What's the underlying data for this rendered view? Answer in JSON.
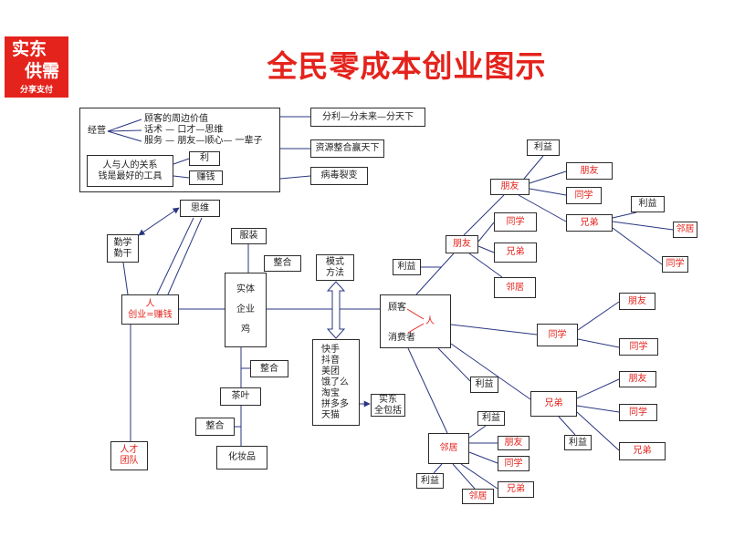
{
  "colors": {
    "accent": "#e4231c",
    "line": "#2a3680",
    "border": "#2b2b2b"
  },
  "logo": {
    "line1": "实东",
    "line2": "供需",
    "tagline": "分享支付"
  },
  "title": "全民零成本创业图示",
  "business": {
    "label": "经营",
    "items": [
      "顾客的周边价值",
      "话术 — 口才—思维",
      "服务 — 朋友—顺心— 一辈子"
    ],
    "relation": "人与人的关系\n钱是最好的工具",
    "profit": "利",
    "earn": "赚钱"
  },
  "strategies": [
    "分利—分未来—分天下",
    "资源整合赢天下",
    "病毒裂变"
  ],
  "person": {
    "thinking": "思维",
    "diligence": "勤学\n勤干",
    "core": "人\n创业=赚钱",
    "talent": "人才\n团队"
  },
  "entity": {
    "clothing": "服装",
    "integrate": [
      "整合",
      "整合",
      "整合"
    ],
    "main": "实体\n企业\n鸡",
    "tea": "茶叶",
    "cosmetics": "化妆品"
  },
  "model": {
    "label": "模式\n方法",
    "platforms": "快手\n抖音\n美团\n饿了么\n淘宝\n拼多多\n天猫",
    "shidong": "实东\n全包括"
  },
  "customer": {
    "label": "顾客",
    "person": "人",
    "consumer": "消费者"
  },
  "network": [
    "利益",
    "朋友",
    "朋友",
    "利益",
    "朋友",
    "同学",
    "兄弟",
    "利益",
    "邻居",
    "同学",
    "同学",
    "兄弟",
    "邻居",
    "同学",
    "朋友",
    "同学",
    "利益",
    "兄弟",
    "朋友",
    "同学",
    "兄弟",
    "利益",
    "邻居",
    "利益",
    "朋友",
    "同学",
    "利益",
    "邻居",
    "兄弟"
  ]
}
